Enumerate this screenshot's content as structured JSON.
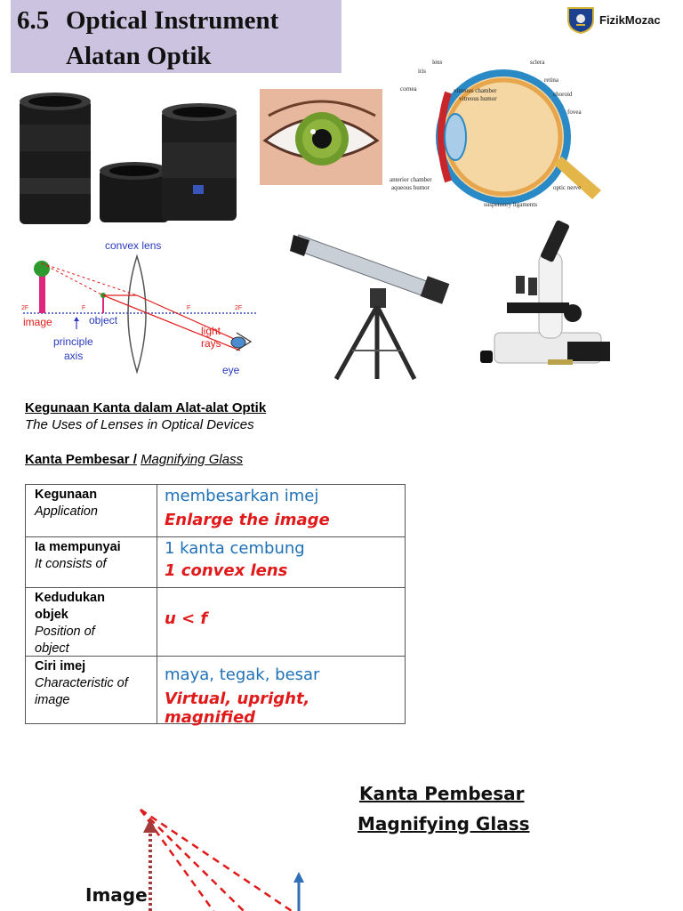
{
  "title": {
    "number": "6.5",
    "line1": "Optical Instrument",
    "line2": "Alatan Optik"
  },
  "logo": {
    "text": "FizikMozac",
    "icon": "school-crest-icon"
  },
  "eye_diagram": {
    "labels": [
      "lens",
      "iris",
      "cornea",
      "sclera",
      "retina",
      "choroid",
      "vitreous chamber",
      "vitreous humor",
      "fovea",
      "anterior chamber",
      "aqueous humor",
      "optic nerve",
      "suspensory ligaments"
    ]
  },
  "lens_diagram": {
    "convex_lens": "convex lens",
    "image": "image",
    "object": "object",
    "principle_axis_1": "principle",
    "principle_axis_2": "axis",
    "light_rays_1": "light",
    "light_rays_2": "rays",
    "eye": "eye",
    "points": [
      "2F",
      "F",
      "F",
      "2F"
    ]
  },
  "section": {
    "heading_ms": "Kegunaan Kanta dalam Alat-alat Optik",
    "heading_en": "The Uses of Lenses in Optical Devices",
    "sub_ms": "Kanta Pembesar /",
    "sub_en": "Magnifying Glass"
  },
  "table": {
    "rows": [
      {
        "label_ms": "Kegunaan",
        "label_en": "Application",
        "value_ms": "membesarkan imej",
        "value_en": "Enlarge the image"
      },
      {
        "label_ms": "Ia mempunyai",
        "label_en": "It consists of",
        "value_ms": "1 kanta cembung",
        "value_en": "1 convex lens"
      },
      {
        "label_ms": "Kedudukan objek",
        "label_en": "Position of object",
        "value_ms": "",
        "value_en": "u < f"
      },
      {
        "label_ms": "Ciri imej",
        "label_en": "Characteristic of image",
        "value_ms": "maya, tegak, besar",
        "value_en": "Virtual, upright, magnified"
      }
    ]
  },
  "bottom": {
    "title_ms": "Kanta Pembesar",
    "title_en": "Magnifying Glass",
    "image_label": "Image"
  },
  "colors": {
    "title_bg": "#cbc3df",
    "blue_text": "#1f70b7",
    "red_text": "#e01a1a",
    "ray_red": "#e01a1a",
    "image_arrow": "#a33b3b",
    "object_arrow": "#2e6fb6"
  }
}
